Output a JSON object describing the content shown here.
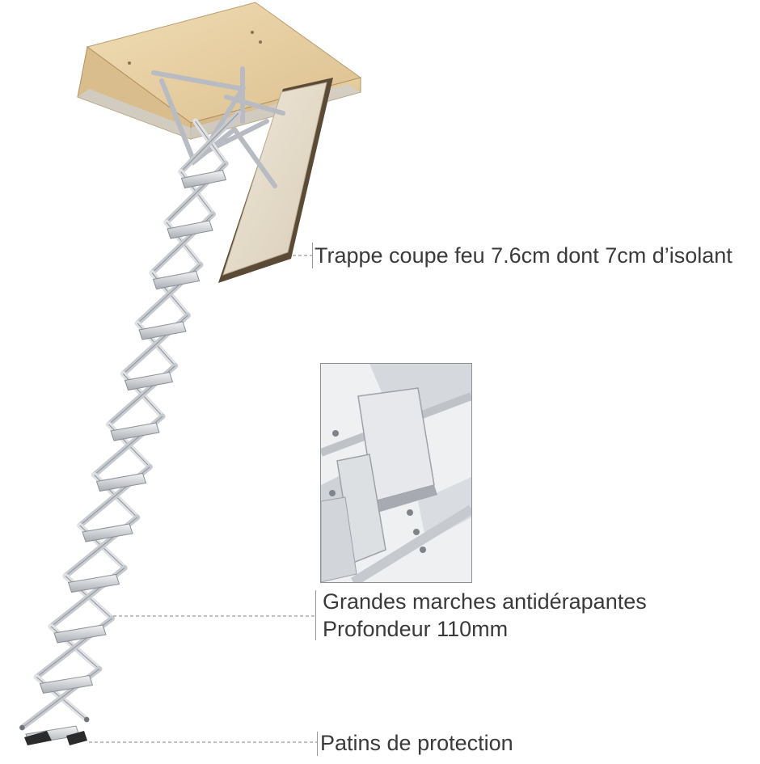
{
  "callouts": {
    "trap_door": "Trappe coupe feu 7.6cm dont 7cm d’isolant",
    "steps_line1": "Grandes marches antidérapantes",
    "steps_line2": "Profondeur 110mm",
    "feet": "Patins de protection"
  },
  "colors": {
    "wood": "#e3c99a",
    "aluminium": "#d6d8dc",
    "text": "#3a3a3a",
    "leader": "#9a9a9a"
  }
}
